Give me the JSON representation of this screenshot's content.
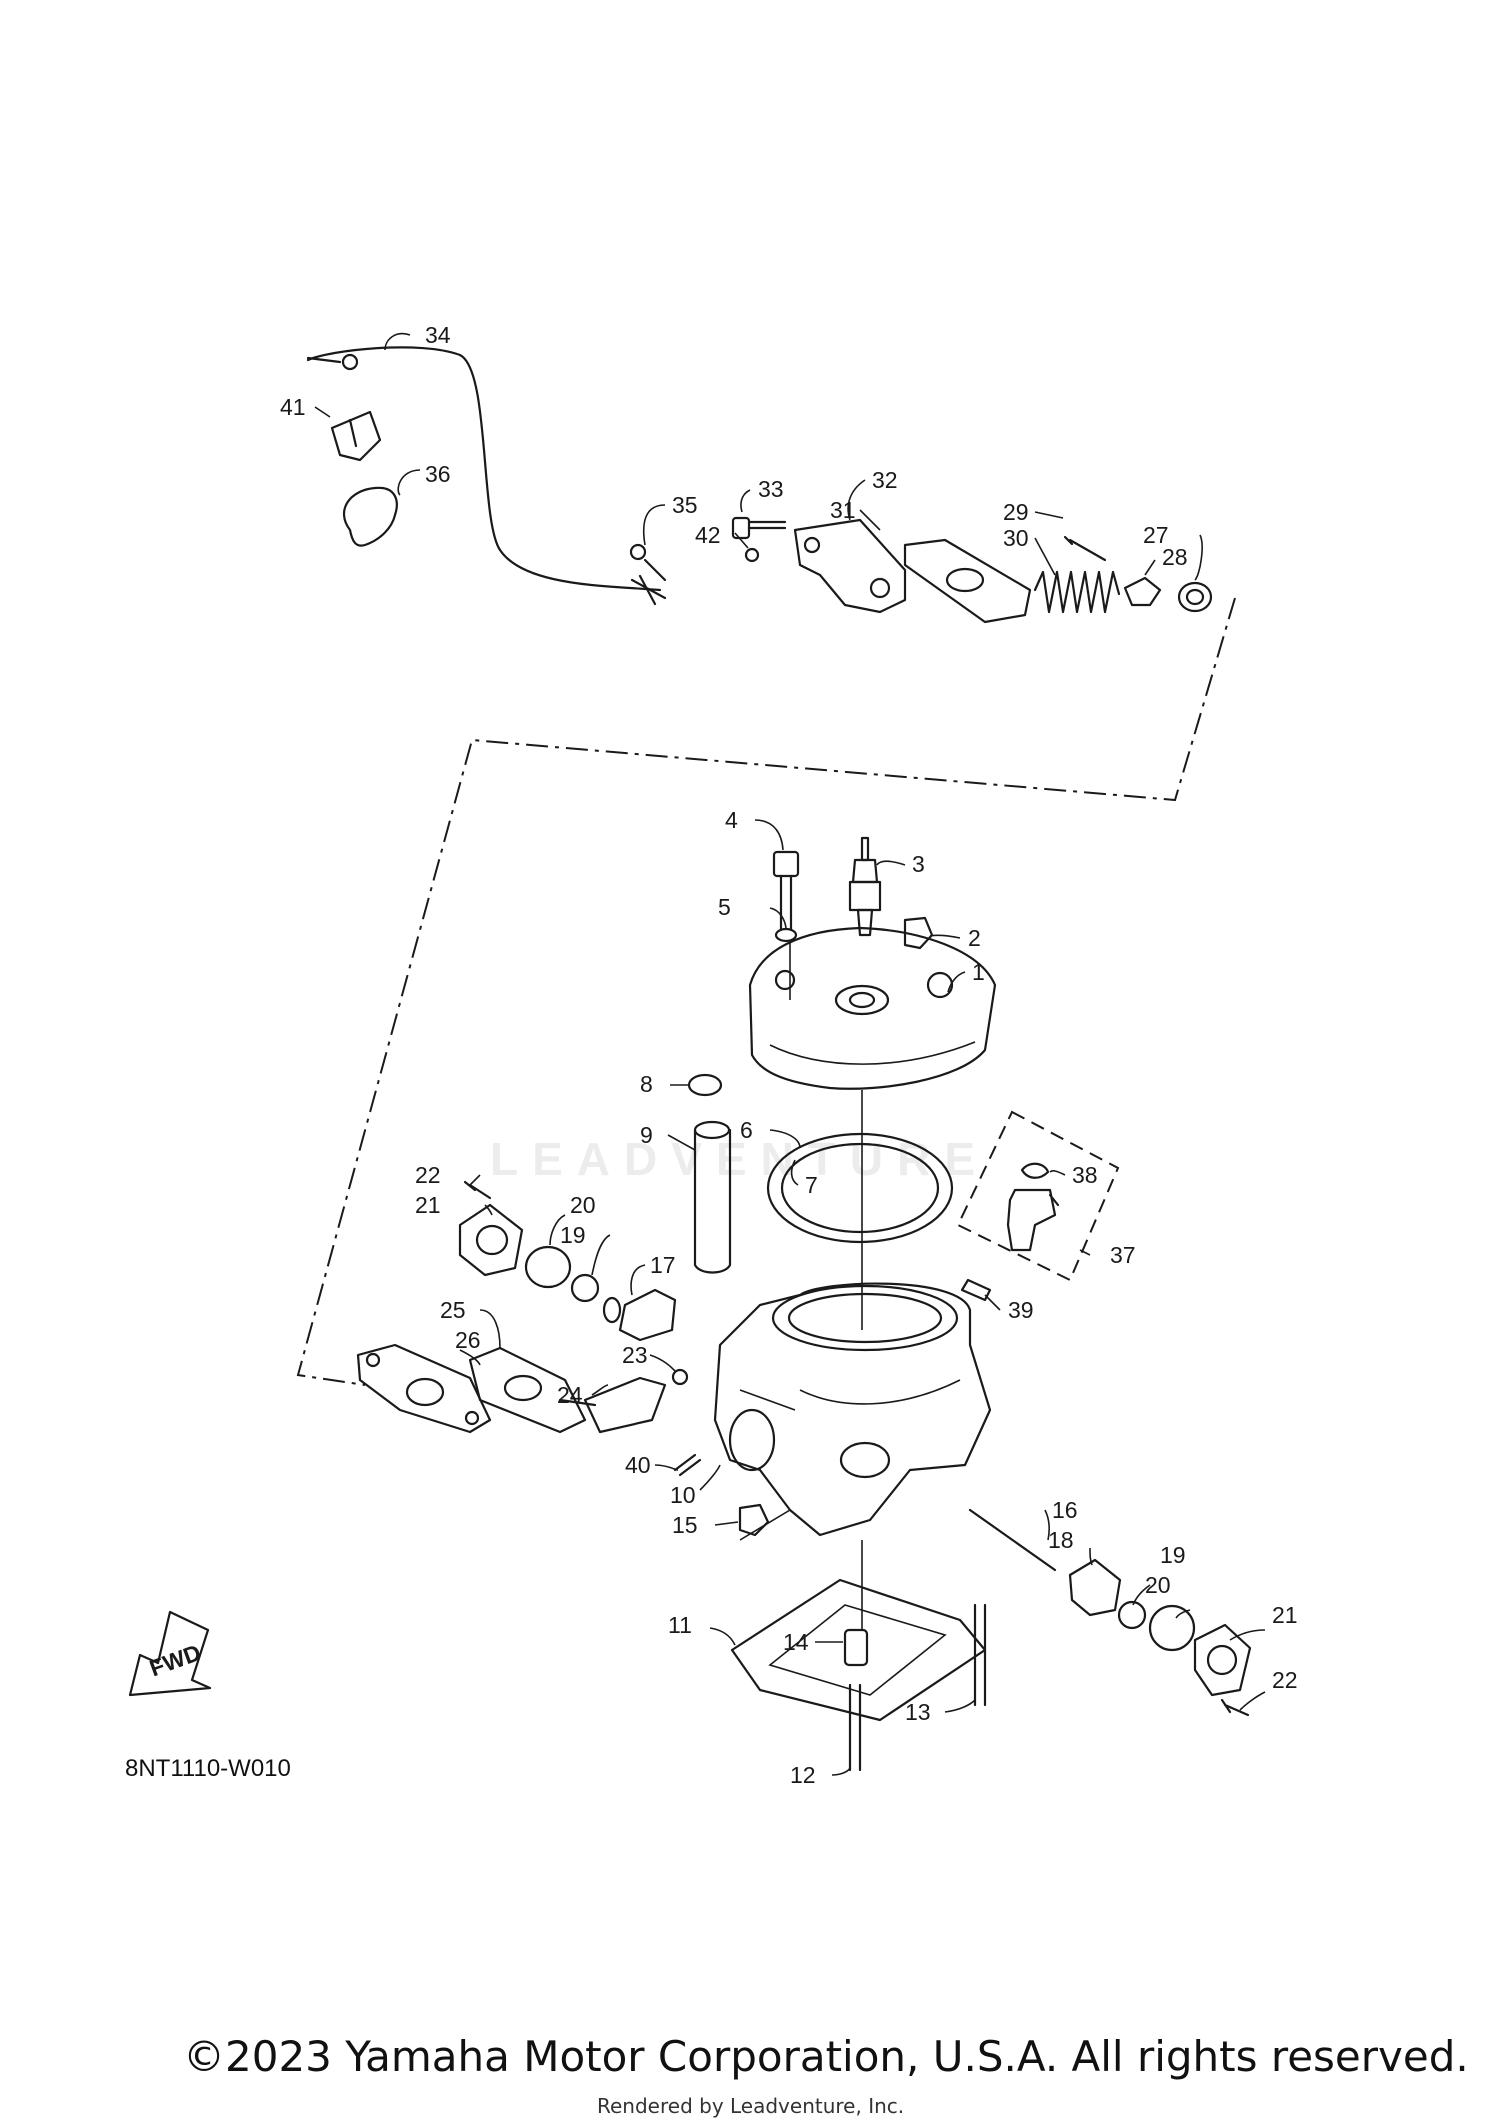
{
  "diagram": {
    "code": "8NT1110-W010",
    "fwd_label": "FWD",
    "callouts": [
      "1",
      "2",
      "3",
      "4",
      "5",
      "6",
      "7",
      "8",
      "9",
      "10",
      "11",
      "12",
      "13",
      "14",
      "15",
      "16",
      "17",
      "18",
      "19",
      "20",
      "21",
      "22",
      "23",
      "24",
      "25",
      "26",
      "27",
      "28",
      "29",
      "30",
      "31",
      "32",
      "33",
      "34",
      "35",
      "36",
      "37",
      "38",
      "39",
      "40",
      "41",
      "42"
    ]
  },
  "footer": {
    "copyright": "©2023 Yamaha Motor Corporation, U.S.A. All rights reserved.",
    "rendered_by": "Rendered by Leadventure, Inc."
  },
  "watermark": {
    "text": "LEADVENTURE"
  }
}
